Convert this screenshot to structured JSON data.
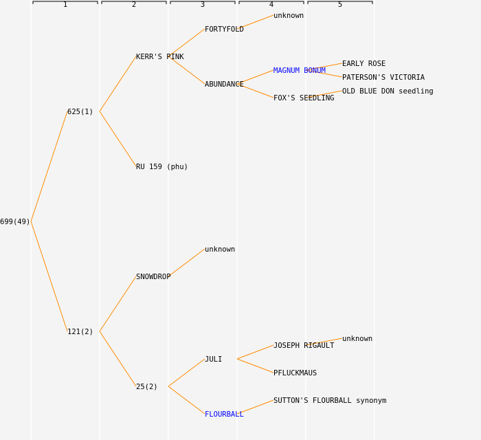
{
  "colors": {
    "background": "#f4f4f4",
    "edge": "#ff8c00",
    "link_text": "#0000ff",
    "text": "#000000"
  },
  "generations": [
    "1",
    "2",
    "3",
    "4",
    "5"
  ],
  "nodes": [
    {
      "id": "root",
      "label": "699(49)",
      "gen": 0,
      "row": 16,
      "link": false
    },
    {
      "id": "n625",
      "label": "625(1)",
      "gen": 1,
      "row": 8,
      "parent": "root",
      "link": false
    },
    {
      "id": "n121",
      "label": "121(2)",
      "gen": 1,
      "row": 24,
      "parent": "root",
      "link": false
    },
    {
      "id": "kerrs",
      "label": "KERR'S PINK",
      "gen": 2,
      "row": 4,
      "parent": "n625",
      "link": false
    },
    {
      "id": "ru159",
      "label": "RU 159 (phu)",
      "gen": 2,
      "row": 12,
      "parent": "n625",
      "link": false
    },
    {
      "id": "fortyfold",
      "label": "FORTYFOLD",
      "gen": 3,
      "row": 2,
      "parent": "kerrs",
      "link": false
    },
    {
      "id": "abundance",
      "label": "ABUNDANCE",
      "gen": 3,
      "row": 6,
      "parent": "kerrs",
      "link": false
    },
    {
      "id": "unk1",
      "label": "unknown",
      "gen": 4,
      "row": 1,
      "parent": "fortyfold",
      "link": false
    },
    {
      "id": "magnum",
      "label": "MAGNUM BONUM",
      "gen": 4,
      "row": 5,
      "parent": "abundance",
      "link": true
    },
    {
      "id": "foxs",
      "label": "FOX'S SEEDLING",
      "gen": 4,
      "row": 7,
      "parent": "abundance",
      "link": false
    },
    {
      "id": "early",
      "label": "EARLY ROSE",
      "gen": 5,
      "row": 4.5,
      "parent": "magnum",
      "link": false
    },
    {
      "id": "paterson",
      "label": "PATERSON'S VICTORIA",
      "gen": 5,
      "row": 5.5,
      "parent": "magnum",
      "link": false
    },
    {
      "id": "oldblue",
      "label": "OLD BLUE DON seedling",
      "gen": 5,
      "row": 6.5,
      "parent": "foxs",
      "link": false
    },
    {
      "id": "snowdrop",
      "label": "SNOWDROP",
      "gen": 2,
      "row": 20,
      "parent": "n121",
      "link": false
    },
    {
      "id": "n25",
      "label": "25(2)",
      "gen": 2,
      "row": 28,
      "parent": "n121",
      "link": false
    },
    {
      "id": "unk2",
      "label": "unknown",
      "gen": 3,
      "row": 18,
      "parent": "snowdrop",
      "link": false
    },
    {
      "id": "juli",
      "label": "JULI",
      "gen": 3,
      "row": 26,
      "parent": "n25",
      "link": false
    },
    {
      "id": "flourball",
      "label": "FLOURBALL",
      "gen": 3,
      "row": 30,
      "parent": "n25",
      "link": true
    },
    {
      "id": "joseph",
      "label": "JOSEPH RIGAULT",
      "gen": 4,
      "row": 25,
      "parent": "juli",
      "link": false
    },
    {
      "id": "pfluck",
      "label": "PFLUCKMAUS",
      "gen": 4,
      "row": 27,
      "parent": "juli",
      "link": false
    },
    {
      "id": "unk3",
      "label": "unknown",
      "gen": 5,
      "row": 24.5,
      "parent": "joseph",
      "link": false
    },
    {
      "id": "suttons",
      "label": "SUTTON'S FLOURBALL synonym",
      "gen": 4,
      "row": 29,
      "parent": "flourball",
      "link": false
    }
  ]
}
